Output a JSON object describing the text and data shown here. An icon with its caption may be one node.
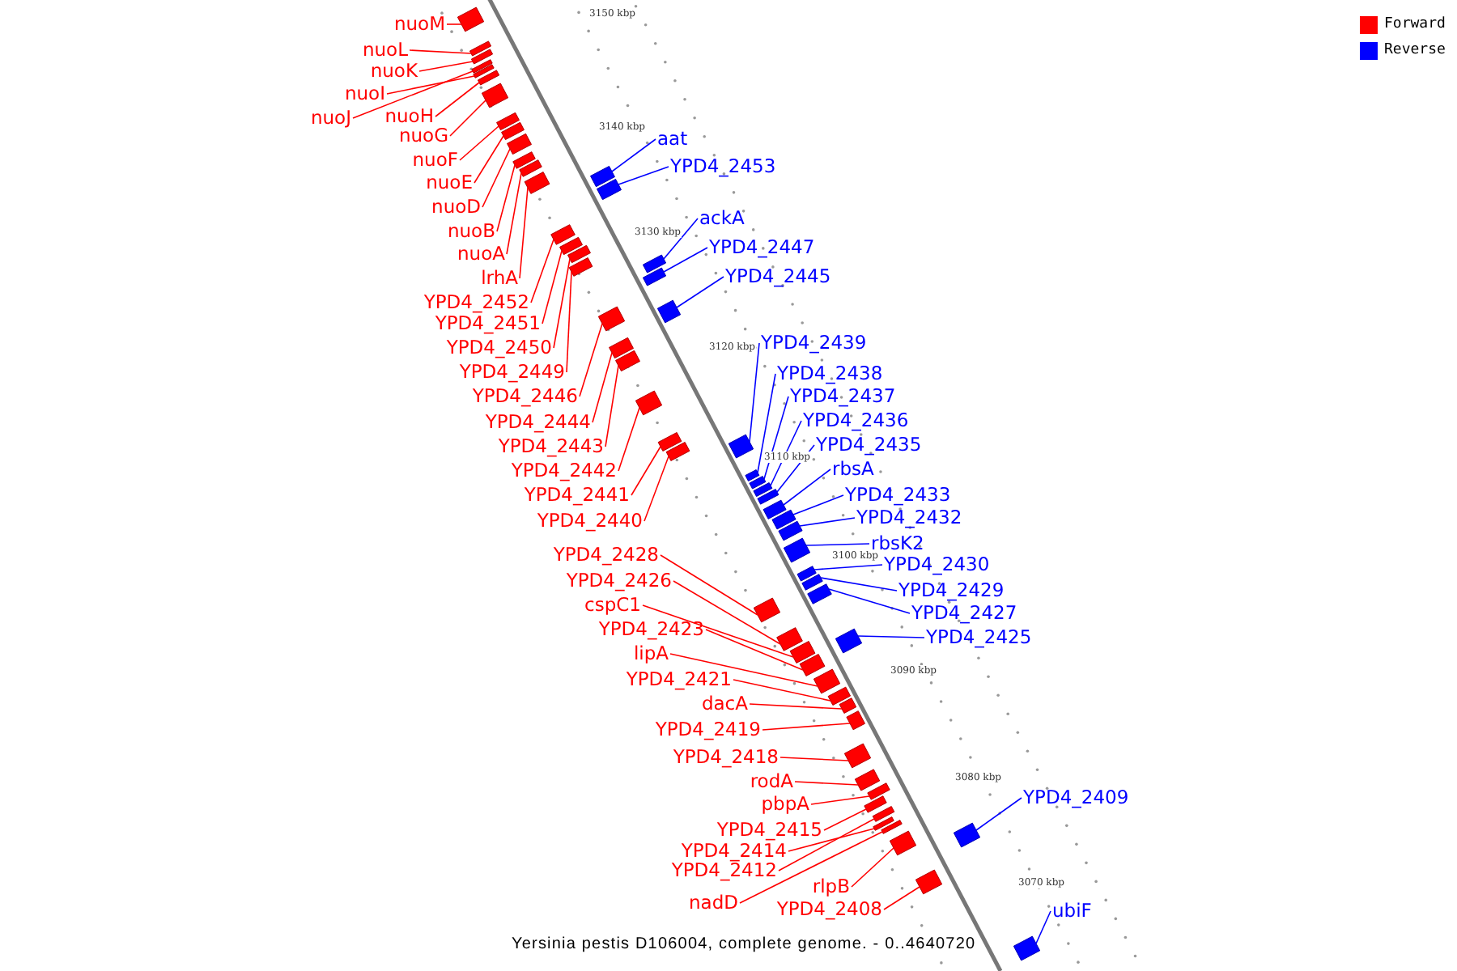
{
  "diagram": {
    "caption": "Yersinia pestis D106004, complete genome. - 0..4640720",
    "nodes": [
      {
        "text": [
          "nuoM"
        ]
      },
      {
        "text": [
          "nuoL"
        ]
      },
      {
        "text": [
          "nuoK"
        ]
      },
      {
        "text": [
          "nuoJ"
        ]
      },
      {
        "text": [
          "nuoI"
        ]
      },
      {
        "text": [
          "nuoH"
        ]
      },
      {
        "text": [
          "nuoG"
        ]
      },
      {
        "text": [
          "nuoF"
        ]
      },
      {
        "text": [
          "nuoE"
        ]
      },
      {
        "text": [
          "nuoD"
        ]
      },
      {
        "text": [
          "nuoB"
        ]
      },
      {
        "text": [
          "nuoA"
        ]
      },
      {
        "text": [
          "lrhA"
        ]
      },
      {
        "text": [
          "YPD4_2452"
        ]
      },
      {
        "text": [
          "YPD4_2451"
        ]
      },
      {
        "text": [
          "YPD4_2450"
        ]
      },
      {
        "text": [
          "YPD4_2449"
        ]
      },
      {
        "text": [
          "YPD4_2446"
        ]
      },
      {
        "text": [
          "YPD4_2444"
        ]
      },
      {
        "text": [
          "YPD4_2443"
        ]
      },
      {
        "text": [
          "YPD4_2442"
        ]
      },
      {
        "text": [
          "YPD4_2441"
        ]
      },
      {
        "text": [
          "YPD4_2440"
        ]
      },
      {
        "text": [
          "YPD4_2428"
        ]
      },
      {
        "text": [
          "YPD4_2426"
        ]
      },
      {
        "text": [
          "cspC1"
        ]
      },
      {
        "text": [
          "YPD4_2423"
        ]
      },
      {
        "text": [
          "lipA"
        ]
      },
      {
        "text": [
          "YPD4_2421"
        ]
      },
      {
        "text": [
          "dacA"
        ]
      },
      {
        "text": [
          "YPD4_2419"
        ]
      },
      {
        "text": [
          "YPD4_2418"
        ]
      },
      {
        "text": [
          "rodA"
        ]
      },
      {
        "text": [
          "pbpA"
        ]
      },
      {
        "text": [
          "YPD4_2415"
        ]
      },
      {
        "text": [
          "YPD4_2414"
        ]
      },
      {
        "text": [
          "YPD4_2412"
        ]
      },
      {
        "text": [
          "rlpB"
        ]
      },
      {
        "text": [
          "nadD"
        ]
      },
      {
        "text": [
          "YPD4_2408"
        ]
      },
      {
        "text": [
          "aat"
        ]
      },
      {
        "text": [
          "YPD4_2453"
        ]
      },
      {
        "text": [
          "ackA"
        ]
      },
      {
        "text": [
          "YPD4_2447"
        ]
      },
      {
        "text": [
          "YPD4_2445"
        ]
      },
      {
        "text": [
          "YPD4_2439"
        ]
      },
      {
        "text": [
          "YPD4_2438"
        ]
      },
      {
        "text": [
          "YPD4_2437"
        ]
      },
      {
        "text": [
          "YPD4_2436"
        ]
      },
      {
        "text": [
          "YPD4_2435"
        ]
      },
      {
        "text": [
          "rbsA"
        ]
      },
      {
        "text": [
          "YPD4_2433"
        ]
      },
      {
        "text": [
          "YPD4_2432"
        ]
      },
      {
        "text": [
          "rbsK2"
        ]
      },
      {
        "text": [
          "YPD4_2430"
        ]
      },
      {
        "text": [
          "YPD4_2429"
        ]
      },
      {
        "text": [
          "YPD4_2427"
        ]
      },
      {
        "text": [
          "YPD4_2425"
        ]
      },
      {
        "text": [
          "YPD4_2409"
        ]
      },
      {
        "text": [
          "ubiF"
        ]
      },
      {
        "text": [],
        "shape": "box"
      },
      {
        "text": [],
        "shape": "box"
      },
      {
        "text": [],
        "shape": "box"
      },
      {
        "text": [],
        "shape": "box"
      },
      {
        "text": [],
        "shape": "box"
      },
      {
        "text": [],
        "shape": "box"
      },
      {
        "text": [],
        "shape": "box"
      },
      {
        "text": [],
        "shape": "box"
      },
      {
        "text": [],
        "shape": "box"
      },
      {
        "text": [],
        "shape": "box"
      },
      {
        "text": [],
        "shape": "box"
      },
      {
        "text": [],
        "shape": "box"
      },
      {
        "text": [],
        "shape": "box"
      },
      {
        "text": [],
        "shape": "box"
      },
      {
        "text": [],
        "shape": "box"
      },
      {
        "text": [],
        "shape": "box"
      },
      {
        "text": [],
        "shape": "box"
      },
      {
        "text": [],
        "shape": "box"
      },
      {
        "text": [],
        "shape": "box"
      },
      {
        "text": [],
        "shape": "box"
      },
      {
        "text": [],
        "shape": "box"
      },
      {
        "text": [],
        "shape": "box"
      },
      {
        "text": [],
        "shape": "box"
      },
      {
        "text": [],
        "shape": "box"
      },
      {
        "text": [],
        "shape": "box"
      },
      {
        "text": [],
        "shape": "box"
      },
      {
        "text": [],
        "shape": "box"
      },
      {
        "text": [],
        "shape": "box"
      },
      {
        "text": [],
        "shape": "box"
      },
      {
        "text": [],
        "shape": "box"
      },
      {
        "text": [],
        "shape": "box"
      },
      {
        "text": [],
        "shape": "box"
      },
      {
        "text": [],
        "shape": "box"
      },
      {
        "text": [],
        "shape": "box"
      },
      {
        "text": [],
        "shape": "box"
      },
      {
        "text": [],
        "shape": "box"
      },
      {
        "text": [],
        "shape": "box"
      },
      {
        "text": [],
        "shape": "box"
      },
      {
        "text": [],
        "shape": "box"
      },
      {
        "text": [],
        "shape": "box"
      },
      {
        "text": [],
        "shape": "box"
      },
      {
        "text": [],
        "shape": "box"
      },
      {
        "text": [],
        "shape": "box"
      },
      {
        "text": [],
        "shape": "box"
      },
      {
        "text": [],
        "shape": "box"
      },
      {
        "text": [],
        "shape": "box"
      },
      {
        "text": [],
        "shape": "box"
      },
      {
        "text": [],
        "shape": "box"
      },
      {
        "text": [],
        "shape": "box"
      },
      {
        "text": [],
        "shape": "box"
      },
      {
        "text": [],
        "shape": "box"
      },
      {
        "text": [],
        "shape": "box"
      },
      {
        "text": [],
        "shape": "box"
      },
      {
        "text": [],
        "shape": "box"
      },
      {
        "text": [],
        "shape": "box"
      },
      {
        "text": [],
        "shape": "box"
      },
      {
        "text": [],
        "shape": "box"
      },
      {
        "text": [],
        "shape": "box"
      },
      {
        "text": [],
        "shape": "box"
      },
      {
        "text": [],
        "shape": "box"
      }
    ],
    "edges": [
      {
        "from": 0,
        "to": 60,
        "arrow": "none"
      },
      {
        "from": 1,
        "to": 61,
        "arrow": "none"
      },
      {
        "from": 2,
        "to": 62,
        "arrow": "none"
      },
      {
        "from": 3,
        "to": 63,
        "arrow": "none"
      },
      {
        "from": 4,
        "to": 64,
        "arrow": "none"
      },
      {
        "from": 5,
        "to": 65,
        "arrow": "none"
      },
      {
        "from": 6,
        "to": 66,
        "arrow": "none"
      },
      {
        "from": 7,
        "to": 67,
        "arrow": "none"
      },
      {
        "from": 8,
        "to": 68,
        "arrow": "none"
      },
      {
        "from": 9,
        "to": 69,
        "arrow": "none"
      },
      {
        "from": 10,
        "to": 70,
        "arrow": "none"
      },
      {
        "from": 11,
        "to": 72,
        "arrow": "none"
      },
      {
        "from": 12,
        "to": 74,
        "arrow": "none"
      },
      {
        "from": 13,
        "to": 75,
        "arrow": "none"
      },
      {
        "from": 14,
        "to": 76,
        "arrow": "none"
      },
      {
        "from": 15,
        "to": 77,
        "arrow": "none"
      },
      {
        "from": 16,
        "to": 79,
        "arrow": "none"
      },
      {
        "from": 17,
        "to": 82,
        "arrow": "none"
      },
      {
        "from": 18,
        "to": 83,
        "arrow": "none"
      },
      {
        "from": 19,
        "to": 84,
        "arrow": "none"
      },
      {
        "from": 20,
        "to": 85,
        "arrow": "none"
      },
      {
        "from": 21,
        "to": 87,
        "arrow": "none"
      },
      {
        "from": 22,
        "to": 88,
        "arrow": "none"
      },
      {
        "from": 23,
        "to": 100,
        "arrow": "none"
      },
      {
        "from": 24,
        "to": 102,
        "arrow": "none"
      },
      {
        "from": 25,
        "to": 103,
        "arrow": "none"
      },
      {
        "from": 26,
        "to": 104,
        "arrow": "none"
      },
      {
        "from": 27,
        "to": 105,
        "arrow": "none"
      },
      {
        "from": 28,
        "to": 106,
        "arrow": "none"
      },
      {
        "from": 29,
        "to": 107,
        "arrow": "none"
      },
      {
        "from": 30,
        "to": 108,
        "arrow": "none"
      },
      {
        "from": 31,
        "to": 109,
        "arrow": "none"
      },
      {
        "from": 32,
        "to": 110,
        "arrow": "none"
      },
      {
        "from": 33,
        "to": 111,
        "arrow": "none"
      },
      {
        "from": 34,
        "to": 112,
        "arrow": "none"
      },
      {
        "from": 35,
        "to": 114,
        "arrow": "none"
      },
      {
        "from": 36,
        "to": 113,
        "arrow": "none"
      },
      {
        "from": 37,
        "to": 117,
        "arrow": "none"
      },
      {
        "from": 38,
        "to": 116,
        "arrow": "none"
      },
      {
        "from": 39,
        "to": 118,
        "arrow": "none"
      },
      {
        "from": 40,
        "to": 71,
        "arrow": "none",
        "color": "#0000ff"
      },
      {
        "from": 41,
        "to": 73,
        "arrow": "none",
        "color": "#0000ff"
      },
      {
        "from": 42,
        "to": 78,
        "arrow": "none",
        "color": "#0000ff"
      },
      {
        "from": 43,
        "to": 80,
        "arrow": "none",
        "color": "#0000ff"
      },
      {
        "from": 44,
        "to": 81,
        "arrow": "none",
        "color": "#0000ff"
      },
      {
        "from": 45,
        "to": 86,
        "arrow": "none",
        "color": "#0000ff"
      },
      {
        "from": 46,
        "to": 89,
        "arrow": "none",
        "color": "#0000ff"
      },
      {
        "from": 47,
        "to": 90,
        "arrow": "none",
        "color": "#0000ff"
      },
      {
        "from": 48,
        "to": 91,
        "arrow": "none",
        "color": "#0000ff"
      },
      {
        "from": 49,
        "to": 92,
        "arrow": "none",
        "color": "#0000ff"
      },
      {
        "from": 50,
        "to": 93,
        "arrow": "none",
        "color": "#0000ff"
      },
      {
        "from": 51,
        "to": 94,
        "arrow": "none",
        "color": "#0000ff"
      },
      {
        "from": 52,
        "to": 95,
        "arrow": "none",
        "color": "#0000ff"
      },
      {
        "from": 53,
        "to": 96,
        "arrow": "none",
        "color": "#0000ff"
      },
      {
        "from": 54,
        "to": 97,
        "arrow": "none",
        "color": "#0000ff"
      },
      {
        "from": 55,
        "to": 98,
        "arrow": "none",
        "color": "#0000ff"
      },
      {
        "from": 56,
        "to": 99,
        "arrow": "none",
        "color": "#0000ff"
      },
      {
        "from": 57,
        "to": 101,
        "arrow": "none",
        "color": "#0000ff"
      },
      {
        "from": 58,
        "to": 115,
        "arrow": "none",
        "color": "#0000ff"
      },
      {
        "from": 59,
        "to": 119,
        "arrow": "none",
        "color": "#0000ff"
      }
    ],
    "labels": [
      "3150 kbp",
      "3140 kbp",
      "3130 kbp",
      "3120 kbp",
      "3110 kbp",
      "3100 kbp",
      "3090 kbp",
      "3080 kbp",
      "3070 kbp"
    ],
    "legend": [
      {
        "text": "Forward",
        "color": "#ff0000"
      },
      {
        "text": "Reverse",
        "color": "#0000ff"
      }
    ]
  }
}
